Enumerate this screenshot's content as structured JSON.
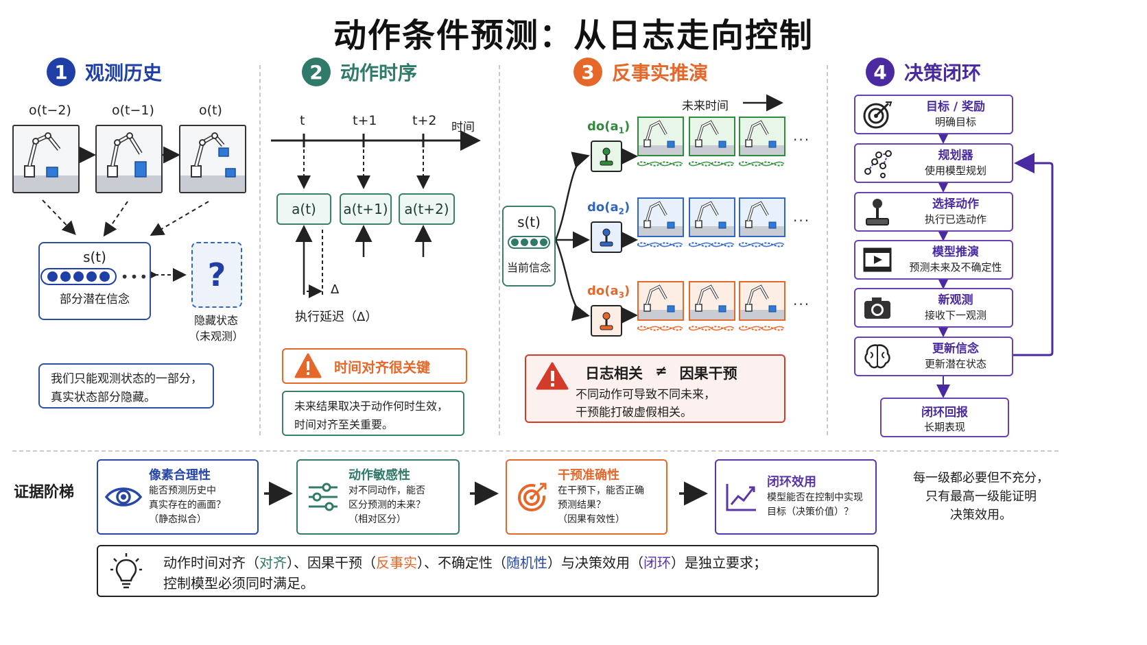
{
  "title": "动作条件预测：从日志走向控制",
  "s1": {
    "num": "1",
    "title": "观测历史",
    "o_labels": [
      "o(t−2)",
      "o(t−1)",
      "o(t)"
    ],
    "state_label": "s(t)",
    "state_dots": "•••",
    "state_caption": "部分潜在信念",
    "hidden_mark": "?",
    "hidden_caption1": "隐藏状态",
    "hidden_caption2": "（未观测）",
    "note1": "我们只能观测状态的一部分，",
    "note2": "真实状态部分隐藏。"
  },
  "s2": {
    "num": "2",
    "title": "动作时序",
    "ticks": [
      "t",
      "t+1",
      "t+2"
    ],
    "time_label": "时间",
    "actions": [
      "a(t)",
      "a(t+1)",
      "a(t+2)"
    ],
    "delta": "Δ",
    "delay_caption": "执行延迟（Δ）",
    "warn_title": "时间对齐很关键",
    "note1": "未来结果取决于动作何时生效，",
    "note2": "时间对齐至关重要。"
  },
  "s3": {
    "num": "3",
    "title": "反事实推演",
    "future_label": "未来时间",
    "state_label": "s(t)",
    "state_caption": "当前信念",
    "branches": [
      {
        "do": "do(a",
        "sub": "1",
        "close": ")",
        "color": "#2e8b3a",
        "light": "#e8f5e9"
      },
      {
        "do": "do(a",
        "sub": "2",
        "close": ")",
        "color": "#2f66c4",
        "light": "#e8f0fb"
      },
      {
        "do": "do(a",
        "sub": "3",
        "close": ")",
        "color": "#e5672a",
        "light": "#fdeee5"
      }
    ],
    "ellipsis": "···",
    "warn_left": "日志相关",
    "warn_neq": "≠",
    "warn_right": "因果干预",
    "note1": "不同动作可导致不同未来，",
    "note2": "干预能打破虚假相关。"
  },
  "s4": {
    "num": "4",
    "title": "决策闭环",
    "steps": [
      {
        "title": "目标 / 奖励",
        "desc": "明确目标",
        "icon": "target-icon"
      },
      {
        "title": "规划器",
        "desc": "使用模型规划",
        "icon": "graph-icon"
      },
      {
        "title": "选择动作",
        "desc": "执行已选动作",
        "icon": "joystick-icon"
      },
      {
        "title": "模型推演",
        "desc": "预测未来及不确定性",
        "icon": "film-icon"
      },
      {
        "title": "新观测",
        "desc": "接收下一观测",
        "icon": "camera-icon"
      },
      {
        "title": "更新信念",
        "desc": "更新潜在状态",
        "icon": "brain-icon"
      }
    ],
    "return_title": "闭环回报",
    "return_desc": "长期表现"
  },
  "ladder": {
    "label": "证据阶梯",
    "items": [
      {
        "title": "像素合理性",
        "lines": [
          "能否预测历史中",
          "真实存在的画面？",
          "（静态拟合）"
        ],
        "color": "#2747a8",
        "icon": "eye-icon"
      },
      {
        "title": "动作敏感性",
        "lines": [
          "对不同动作，能否",
          "区分预测的未来？",
          "（相对区分）"
        ],
        "color": "#2f7a68",
        "icon": "sliders-icon"
      },
      {
        "title": "干预准确性",
        "lines": [
          "在干预下，能否正确",
          "预测结果？",
          "（因果有效性）"
        ],
        "color": "#e5672a",
        "icon": "target-arrow-icon"
      },
      {
        "title": "闭环效用",
        "lines": [
          "模型能否在控制中实现",
          "目标（决策价值）？"
        ],
        "color": "#5a35a8",
        "icon": "chart-icon"
      }
    ],
    "side1": "每一级都必要但不充分，",
    "side2": "只有最高一级能证明",
    "side3": "决策效用。"
  },
  "bottom": {
    "p1": "动作时间对齐（",
    "k1": "对齐",
    "p2": "）、因果干预（",
    "k2": "反事实",
    "p3": "）、不确定性（",
    "k3": "随机性",
    "p4": "）与决策效用（",
    "k4": "闭环",
    "p5": "）是独立要求；",
    "line2": "控制模型必须同时满足。",
    "colors": {
      "k1": "#2f7a68",
      "k2": "#e5672a",
      "k3": "#2747a8",
      "k4": "#5a35a8"
    }
  },
  "colors": {
    "blue": "#1f3fa6",
    "teal": "#2f7a68",
    "orange": "#e5672a",
    "purple": "#5a2fb0",
    "red": "#d23a2a"
  }
}
